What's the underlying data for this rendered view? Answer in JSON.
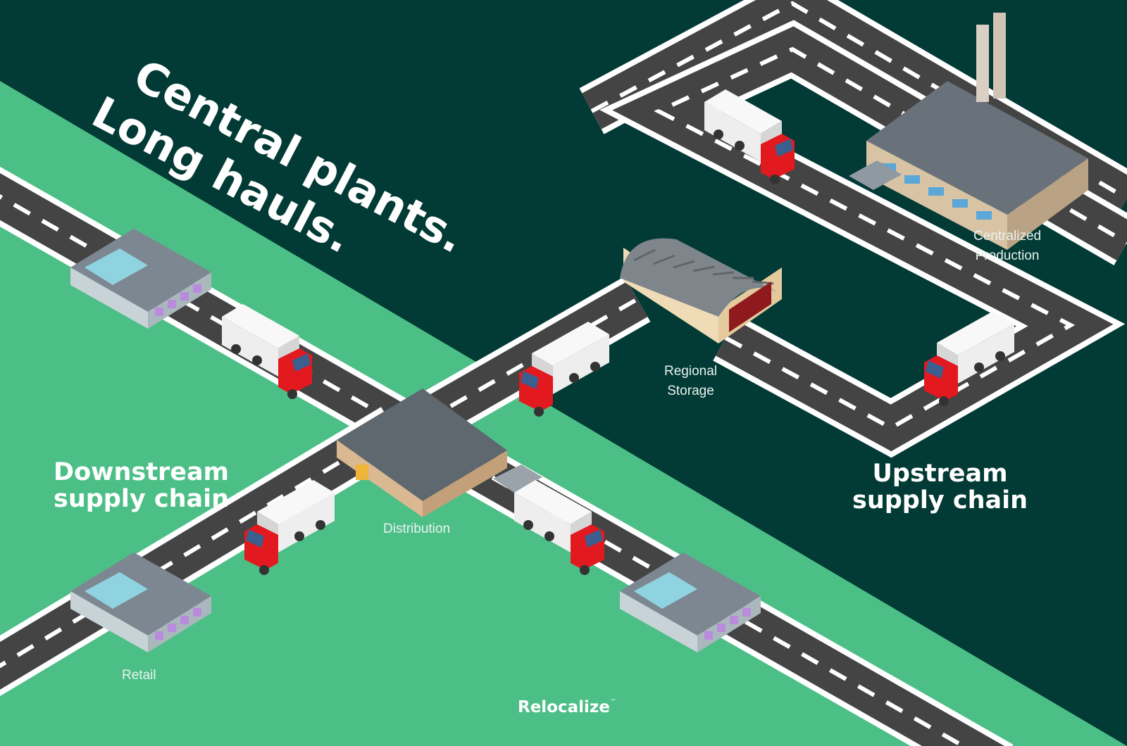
{
  "headline": {
    "line1": "Central plants.",
    "line2": "Long hauls."
  },
  "labels": {
    "centralized_production": {
      "line1": "Centralized",
      "line2": "Production"
    },
    "regional_storage": {
      "line1": "Regional",
      "line2": "Storage"
    },
    "distribution": "Distribution",
    "retail": "Retail"
  },
  "sections": {
    "downstream": {
      "line1": "Downstream",
      "line2": "supply chain"
    },
    "upstream": {
      "line1": "Upstream",
      "line2": "supply chain"
    }
  },
  "brand": {
    "name": "Relocalize",
    "mark": "™"
  },
  "icons": [
    "factory-icon",
    "warehouse-icon",
    "distribution-center-icon",
    "retail-store-icon",
    "truck-icon"
  ],
  "colors": {
    "background_dark": "#023a35",
    "background_light": "#4cbf86",
    "road": "#444444",
    "road_edge": "#ffffff",
    "truck_cab": "#e2191f",
    "truck_box": "#eeeeee"
  }
}
